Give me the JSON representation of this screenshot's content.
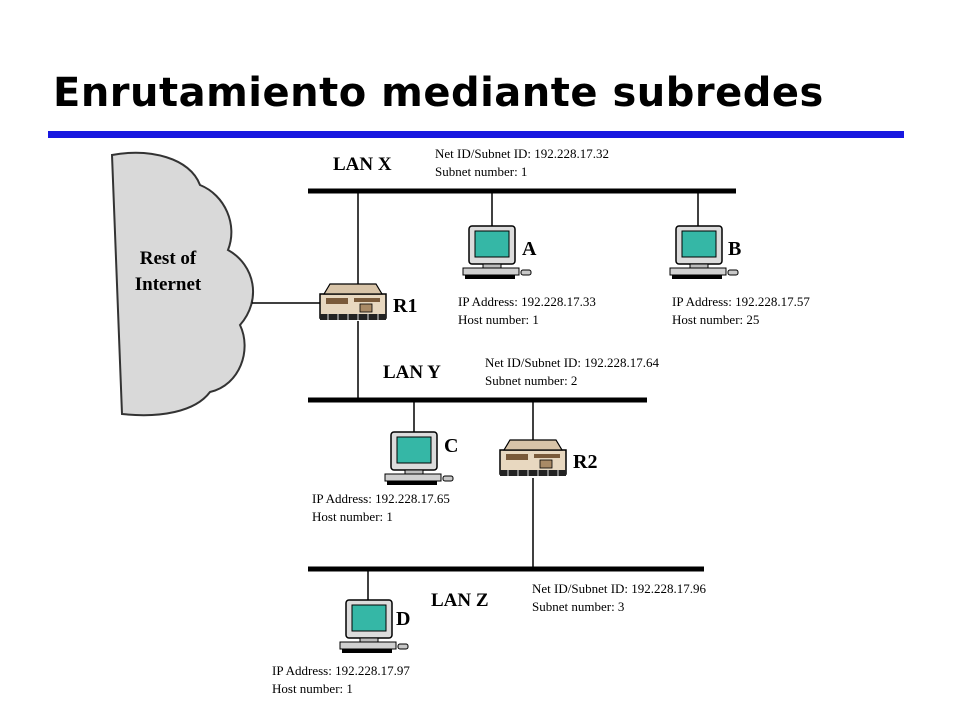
{
  "title": "Enrutamiento mediante subredes",
  "cloud": {
    "line1": "Rest of",
    "line2": "Internet"
  },
  "lans": {
    "x": {
      "label": "LAN X",
      "net_id": "Net ID/Subnet ID: 192.228.17.32",
      "subnet": "Subnet number: 1"
    },
    "y": {
      "label": "LAN Y",
      "net_id": "Net ID/Subnet ID: 192.228.17.64",
      "subnet": "Subnet number: 2"
    },
    "z": {
      "label": "LAN Z",
      "net_id": "Net ID/Subnet ID: 192.228.17.96",
      "subnet": "Subnet number: 3"
    }
  },
  "routers": {
    "r1": "R1",
    "r2": "R2"
  },
  "hosts": {
    "a": {
      "label": "A",
      "ip": "IP Address: 192.228.17.33",
      "host": "Host number: 1"
    },
    "b": {
      "label": "B",
      "ip": "IP Address: 192.228.17.57",
      "host": "Host number: 25"
    },
    "c": {
      "label": "C",
      "ip": "IP Address: 192.228.17.65",
      "host": "Host number: 1"
    },
    "d": {
      "label": "D",
      "ip": "IP Address: 192.228.17.97",
      "host": "Host number: 1"
    }
  }
}
